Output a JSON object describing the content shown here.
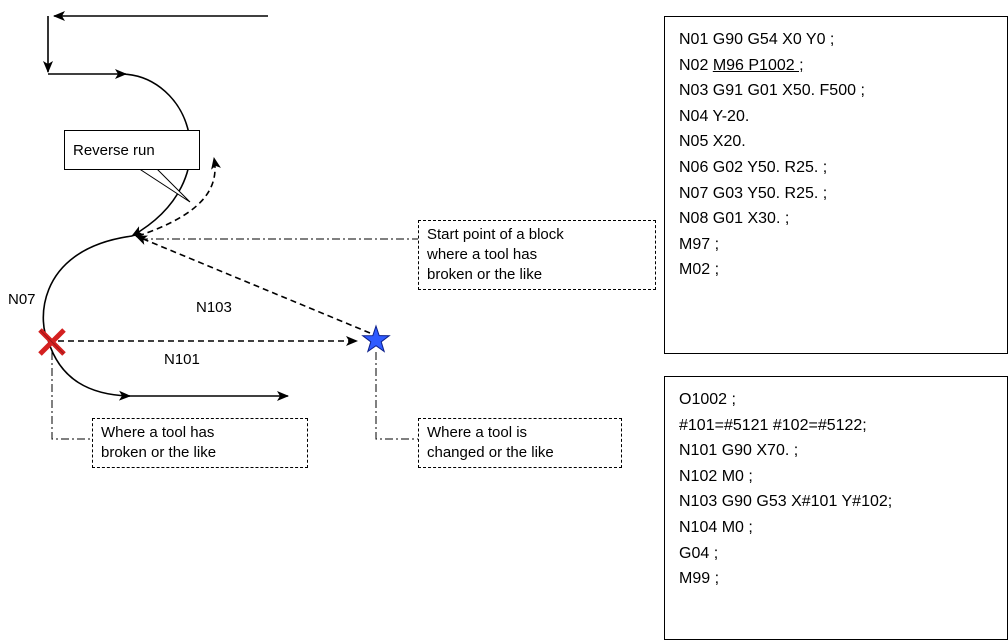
{
  "labels": {
    "reverse_run": "Reverse run",
    "n07": "N07",
    "n103": "N103",
    "n101": "N101"
  },
  "notes": {
    "start_point": [
      "Start point of a block",
      "where a tool has",
      "broken or the like"
    ],
    "tool_broken": [
      "Where a tool has",
      "broken or the like"
    ],
    "tool_changed": [
      "Where a tool is",
      "changed or the like"
    ]
  },
  "main_program": {
    "lines": [
      "N01 G90 G54 X0 Y0 ;",
      "N02",
      "N03 G91 G01 X50. F500 ;",
      "N04 Y-20.",
      "N05 X20.",
      "N06 G02 Y50. R25. ;",
      "N07 G03 Y50. R25. ;",
      "N08 G01 X30. ;",
      "M97 ;",
      "M02 ;"
    ],
    "underlined_part": "M96 P1002 ;"
  },
  "subprogram": {
    "lines": [
      "O1002 ;",
      "#101=#5121 #102=#5122;",
      "N101 G90 X70. ;",
      "N102 M0 ;",
      "N103 G90 G53 X#101 Y#102;",
      "N104 M0 ;",
      "G04 ;",
      "M99 ;"
    ]
  },
  "colors": {
    "break_mark": "#d42020",
    "change_mark": "#1d3fd6",
    "line": "#000000"
  },
  "icons": {
    "break_mark": "cross-mark-icon",
    "change_mark": "star-icon"
  }
}
